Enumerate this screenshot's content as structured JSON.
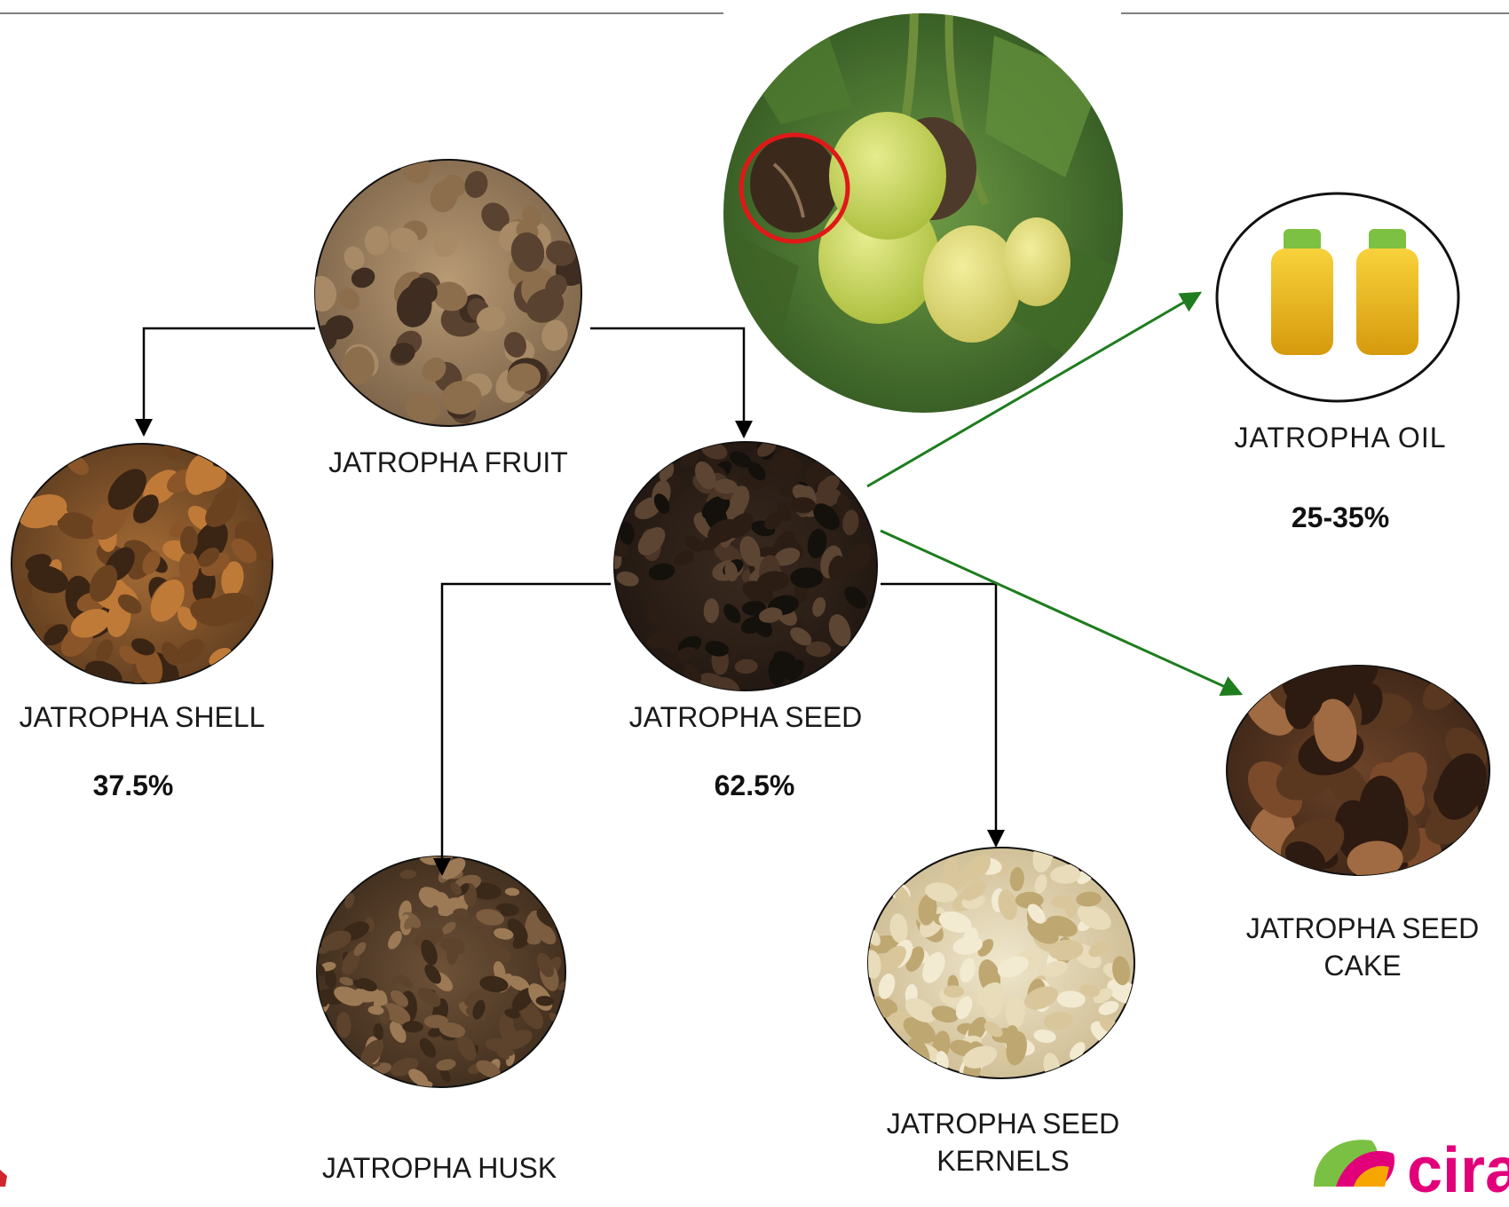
{
  "nodes": {
    "fruit": {
      "label": "JATROPHA FRUIT"
    },
    "shell": {
      "label": "JATROPHA SHELL",
      "percent": "37.5%"
    },
    "seed": {
      "label": "JATROPHA SEED",
      "percent": "62.5%"
    },
    "husk": {
      "label": "JATROPHA HUSK"
    },
    "kernels": {
      "label_line1": "JATROPHA SEED",
      "label_line2": "KERNELS"
    },
    "oil": {
      "label": "JATROPHA  OIL",
      "percent": "25-35%"
    },
    "cake": {
      "label_line1": "JATROPHA SEED",
      "label_line2": "CAKE"
    }
  },
  "logo": {
    "text": "cira"
  },
  "colors": {
    "process_arrow": "#000000",
    "extraction_arrow": "#1e7d1e",
    "highlight_ring": "#e01818",
    "logo_accent": "#e2007a",
    "logo_green": "#7ac143"
  }
}
